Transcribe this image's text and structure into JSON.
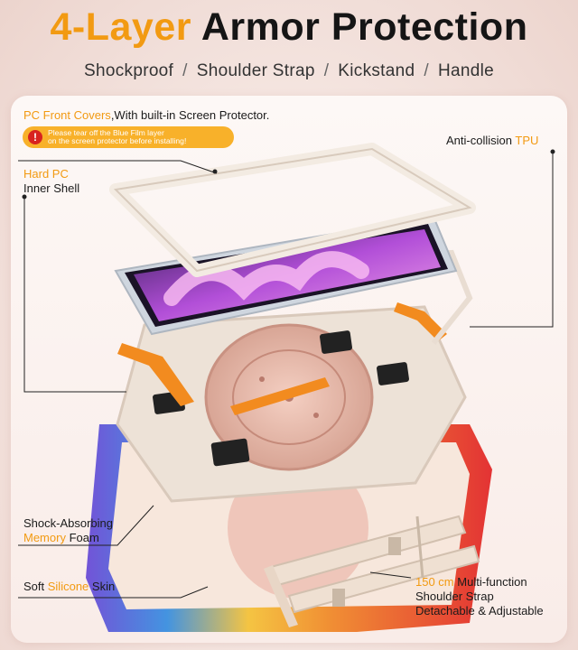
{
  "header": {
    "title_accent": "4-Layer",
    "title_rest": "Armor Protection",
    "features": [
      "Shockproof",
      "Shoulder Strap",
      "Kickstand",
      "Handle"
    ],
    "separator": "/"
  },
  "labels": {
    "front_cover_accent": "PC Front Covers",
    "front_cover_rest": ",With built-in Screen Protector.",
    "warning_line1": "Please tear off the Blue Film layer",
    "warning_line2": "on the screen protector before installing!",
    "warning_icon": "!",
    "tpu_prefix": "Anti-collision",
    "tpu_accent": "TPU",
    "hard_pc_accent": "Hard PC",
    "hard_pc_rest": "Inner Shell",
    "foam_line1": "Shock-Absorbing",
    "foam_accent": "Memory",
    "foam_rest": "Foam",
    "silicone_prefix": "Soft",
    "silicone_accent": "Silicone",
    "silicone_rest": "Skin",
    "strap_accent": "150 cm",
    "strap_rest": "Multi-function",
    "strap_line2": "Shoulder Strap",
    "strap_line3": "Detachable & Adjustable"
  },
  "colors": {
    "accent": "#f29a12",
    "text": "#151515",
    "warning_bg": "#f8b12a",
    "warning_icon": "#d8231f"
  }
}
